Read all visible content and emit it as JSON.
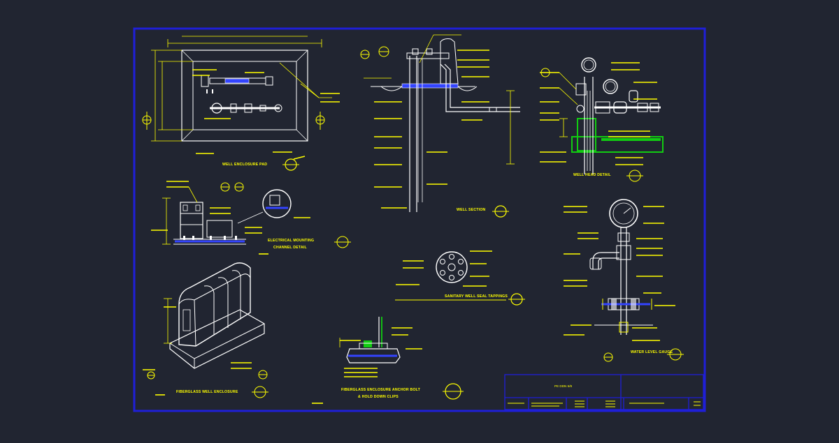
{
  "colors": {
    "background": "#212531",
    "sheet_border": "#1f1fd8",
    "annotation": "#ffff00",
    "linework": "#ffffff",
    "pipe_fill": "#3344ff",
    "highlight_green": "#11cc11",
    "bubble": "#ffff00"
  },
  "labels": {
    "well_enclosure_pad": "WELL ENCLOSURE PAD",
    "well_section": "WELL SECTION",
    "well_head_detail": "WELL HEAD DETAIL",
    "electrical_mounting_1": "ELECTRICAL MOUNTING",
    "electrical_mounting_2": "CHANNEL DETAIL",
    "sanitary_seal": "SANITARY WELL SEAL TAPPINGS",
    "water_level_gauge": "WATER LEVEL GAUGE",
    "fiberglass_enclosure": "FIBERGLASS WELL ENCLOSURE",
    "anchor_bolt_1": "FIBERGLASS ENCLOSURE ANCHOR BOLT",
    "anchor_bolt_2": "& HOLD DOWN CLIPS"
  },
  "title_block": {
    "sheet_text": "PE DDN 5/8"
  }
}
